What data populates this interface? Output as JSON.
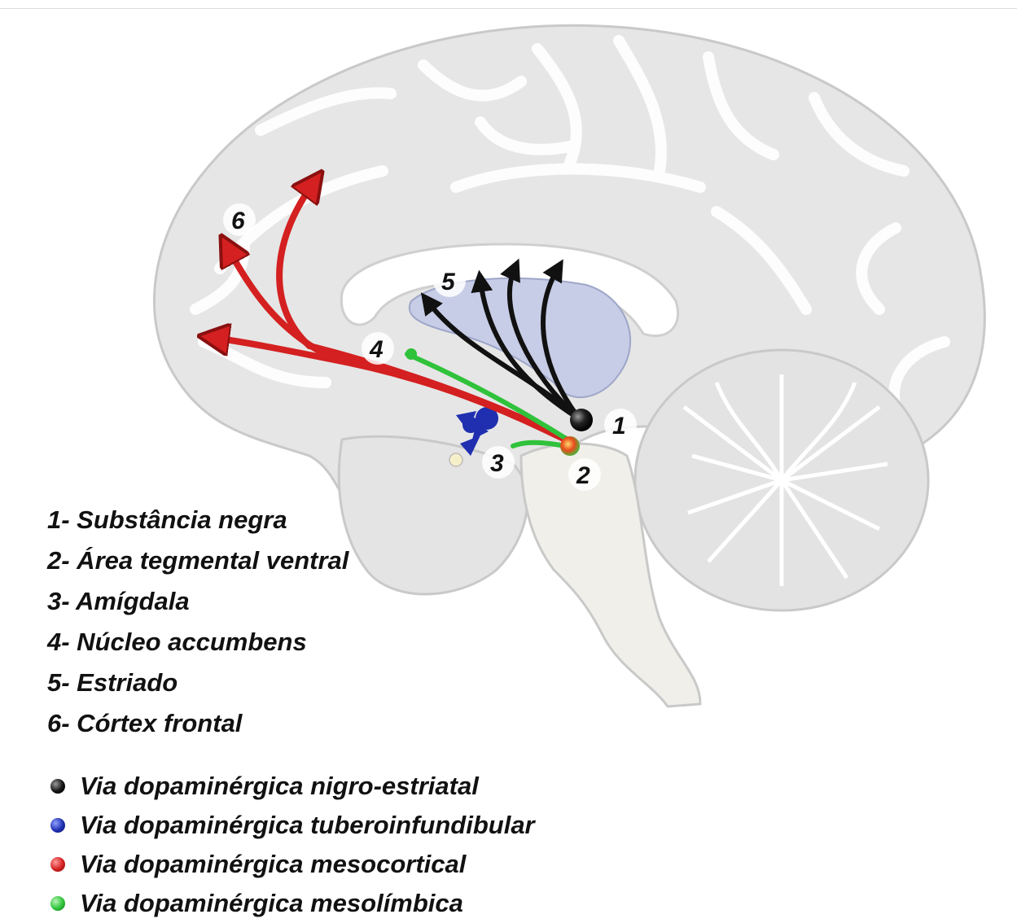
{
  "markers": [
    {
      "id": "1",
      "text": "1"
    },
    {
      "id": "2",
      "text": "2"
    },
    {
      "id": "3",
      "text": "3"
    },
    {
      "id": "4",
      "text": "4"
    },
    {
      "id": "5",
      "text": "5"
    },
    {
      "id": "6",
      "text": "6"
    }
  ],
  "structures": [
    "1- Substância negra",
    "2- Área tegmental ventral",
    "3- Amígdala",
    "4- Núcleo accumbens",
    "5- Estriado",
    "6- Córtex frontal"
  ],
  "pathways": [
    {
      "label": "Via dopaminérgica nigro-estriatal",
      "color": "#111111"
    },
    {
      "label": "Via dopaminérgica tuberoinfundibular",
      "color": "#1f2fb0"
    },
    {
      "label": "Via dopaminérgica mesocortical",
      "color": "#d42020"
    },
    {
      "label": "Via dopaminérgica mesolímbica",
      "color": "#2fc23a"
    }
  ],
  "colors": {
    "brain_fill": "#e6e6e6",
    "gyri_lines": "#ffffff",
    "striatum": "#c7cde6",
    "nigrostriatal": "#111111",
    "tuberoinfundibular": "#1f2fb0",
    "mesocortical": "#d42020",
    "mesolimbic": "#2fc23a"
  }
}
